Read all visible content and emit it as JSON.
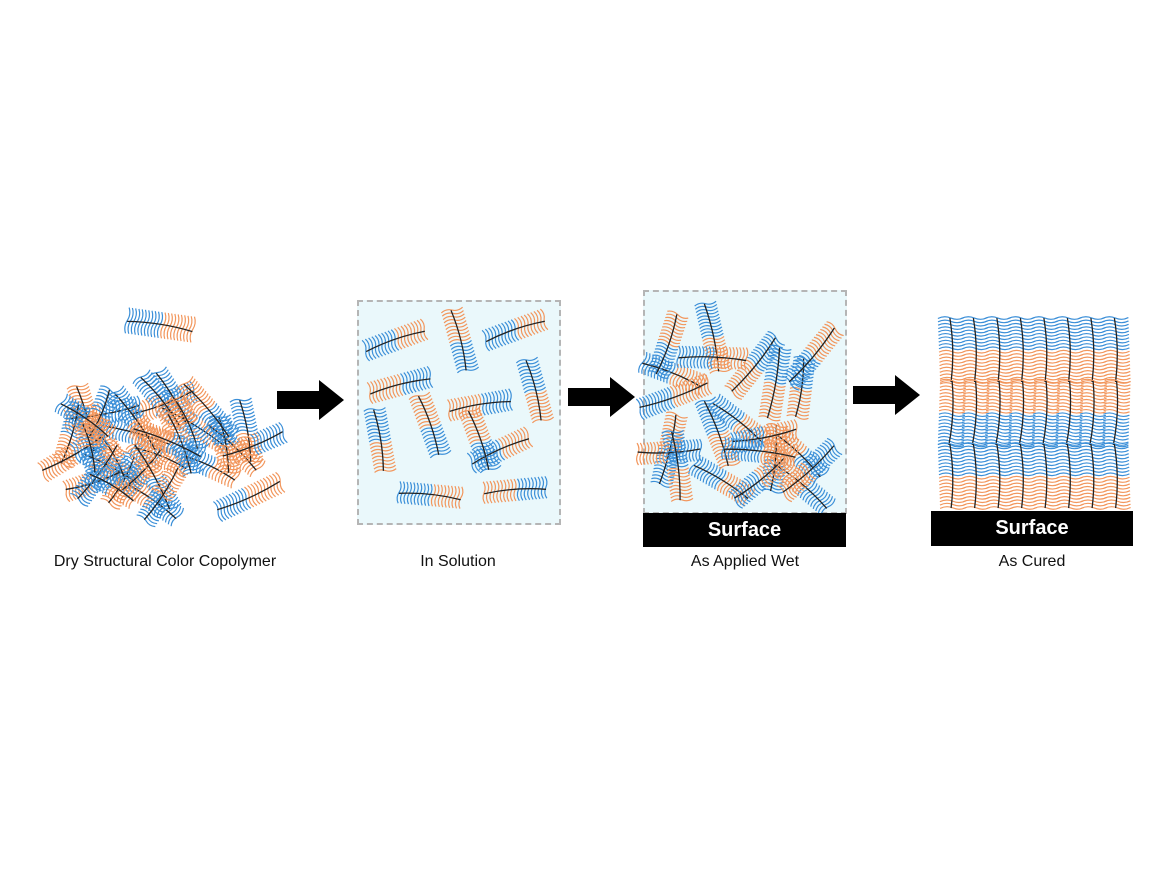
{
  "title": "Structural color copolymer process",
  "stages": [
    {
      "label": "Dry Structural Color Copolymer"
    },
    {
      "label": "In Solution"
    },
    {
      "label": "As Applied Wet",
      "substrate": "Surface"
    },
    {
      "label": "As Cured",
      "substrate": "Surface"
    }
  ],
  "colors": {
    "block_a": "#3b8fd8",
    "block_b": "#f2965c",
    "backbone": "#222222",
    "solution": "#eaf8fb"
  }
}
